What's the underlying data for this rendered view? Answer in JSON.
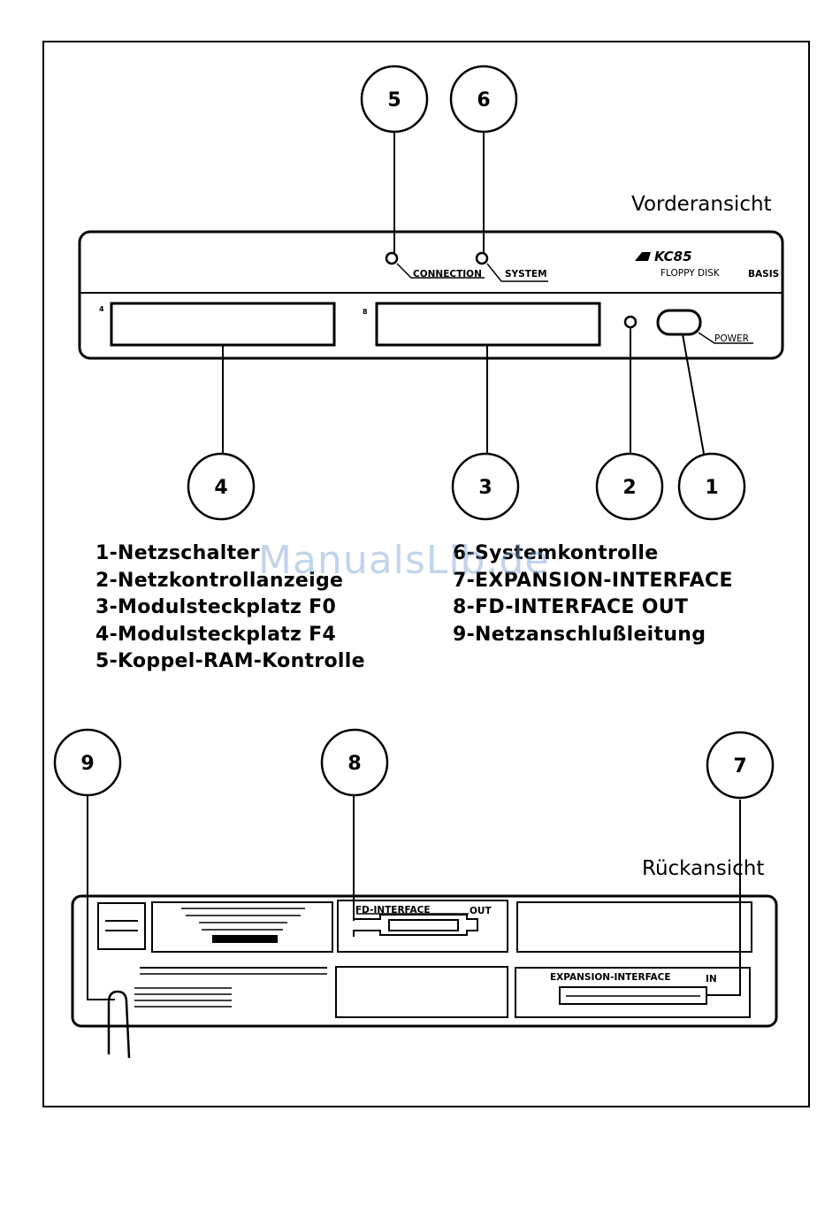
{
  "views": {
    "front_title": "Vorderansicht",
    "rear_title": "Rückansicht"
  },
  "front_panel": {
    "connection_label": "CONNECTION",
    "system_label": "SYSTEM",
    "brand": "KC85",
    "product": "FLOPPY DISK",
    "variant": "BASIS",
    "power_label": "POWER",
    "slot_left_number": "4",
    "slot_right_number": "8"
  },
  "rear_panel": {
    "fd_interface_label": "FD-INTERFACE",
    "out_label": "OUT",
    "expansion_label": "EXPANSION-INTERFACE",
    "in_label": "IN"
  },
  "callouts": [
    "1",
    "2",
    "3",
    "4",
    "5",
    "6",
    "7",
    "8",
    "9"
  ],
  "legend_left": [
    "1-Netzschalter",
    "2-Netzkontrollanzeige",
    "3-Modulsteckplatz F0",
    "4-Modulsteckplatz F4",
    "5-Koppel-RAM-Kontrolle"
  ],
  "legend_right": [
    "6-Systemkontrolle",
    "7-EXPANSION-INTERFACE",
    "8-FD-INTERFACE OUT",
    "9-Netzanschlußleitung"
  ],
  "watermark": "ManualsLib.de"
}
